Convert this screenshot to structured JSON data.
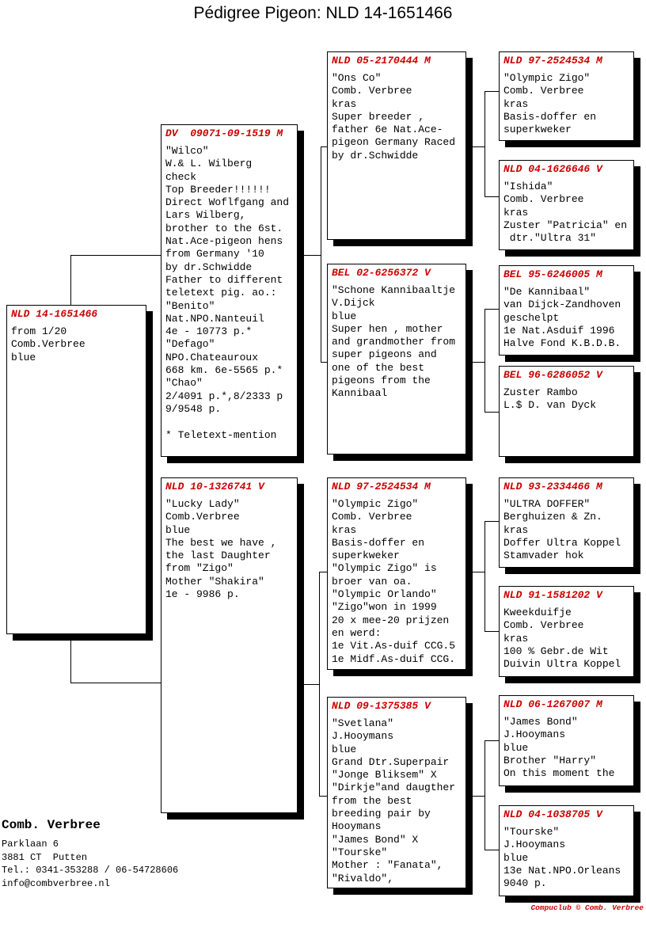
{
  "title": "Pédigree Pigeon: NLD 14-1651466",
  "colors": {
    "header_red": "#cc0000",
    "text": "#000000",
    "line": "#000000"
  },
  "boxes": {
    "subject": {
      "header": "NLD 14-1651466",
      "body": "from 1/20\nComb.Verbree\nblue"
    },
    "father": {
      "header": "DV  09071-09-1519 M",
      "body": "\"Wilco\"\nW.& L. Wilberg\ncheck\nTop Breeder!!!!!!\nDirect Woflfgang and\nLars Wilberg,\nbrother to the 6st.\nNat.Ace-pigeon hens\nfrom Germany '10\nby dr.Schwidde\nFather to different\nteletext pig. ao.:\n\"Benito\"\nNat.NPO.Nanteuil\n4e - 10773 p.*\n\"Defago\"\nNPO.Chateauroux\n668 km. 6e-5565 p.*\n\"Chao\"\n2/4091 p.*,8/2333 p\n9/9548 p.\n\n* Teletext-mention"
    },
    "mother": {
      "header": "NLD 10-1326741 V",
      "body": "\"Lucky Lady\"\nComb.Verbree\nblue\nThe best we have ,\nthe last Daughter\nfrom \"Zigo\"\nMother \"Shakira\"\n1e - 9986 p."
    },
    "ff": {
      "header": "NLD 05-2170444 M",
      "body": "\"Ons Co\"\nComb. Verbree\nkras\nSuper breeder ,\nfather 6e Nat.Ace-\npigeon Germany Raced\nby dr.Schwidde"
    },
    "fm": {
      "header": "BEL 02-6256372 V",
      "body": "\"Schone Kannibaaltje\nV.Dijck\nblue\nSuper hen , mother\nand grandmother from\nsuper pigeons and\none of the best\npigeons from the\nKannibaal"
    },
    "mf": {
      "header": "NLD 97-2524534 M",
      "body": "\"Olympic Zigo\"\nComb. Verbree\nkras\nBasis-doffer en\nsuperkweker\n\"Olympic Zigo\" is\nbroer van oa.\n\"Olympic Orlando\"\n\"Zigo\"won in 1999\n20 x mee-20 prijzen\nen werd:\n1e Vit.As-duif CCG.5\n1e Midf.As-duif CCG."
    },
    "mm": {
      "header": "NLD 09-1375385 V",
      "body": "\"Svetlana\"\nJ.Hooymans\nblue\nGrand Dtr.Superpair\n\"Jonge Bliksem\" X\n\"Dirkje\"and daugther\nfrom the best\nbreeding pair by\nHooymans\n\"James Bond\" X\n\"Tourske\"\nMother : \"Fanata\",\n\"Rivaldo\","
    },
    "fff": {
      "header": "NLD 97-2524534 M",
      "body": "\"Olympic Zigo\"\nComb. Verbree\nkras\nBasis-doffer en\nsuperkweker"
    },
    "ffm": {
      "header": "NLD 04-1626646 V",
      "body": "\"Ishida\"\nComb. Verbree\nkras\nZuster \"Patricia\" en\n dtr.\"Ultra 31\""
    },
    "fmf": {
      "header": "BEL 95-6246005 M",
      "body": "\"De Kannibaal\"\nvan Dijck-Zandhoven\ngeschelpt\n1e Nat.Asduif 1996\nHalve Fond K.B.D.B."
    },
    "fmm": {
      "header": "BEL 96-6286052 V",
      "body": "Zuster Rambo\nL.$ D. van Dyck"
    },
    "mff": {
      "header": "NLD 93-2334466 M",
      "body": "\"ULTRA DOFFER\"\nBerghuizen & Zn.\nkras\nDoffer Ultra Koppel\nStamvader hok"
    },
    "mfm": {
      "header": "NLD 91-1581202 V",
      "body": "Kweekduifje\nComb. Verbree\nkras\n100 % Gebr.de Wit\nDuivin Ultra Koppel"
    },
    "mmf": {
      "header": "NLD 06-1267007 M",
      "body": "\"James Bond\"\nJ.Hooymans\nblue\nBrother \"Harry\"\nOn this moment the"
    },
    "mmm": {
      "header": "NLD 04-1038705 V",
      "body": "\"Tourske\"\nJ.Hooymans\nblue\n13e Nat.NPO.Orleans\n9040 p."
    }
  },
  "footer": {
    "owner": "Comb. Verbree",
    "address": "Parklaan 6\n3881 CT  Putten\nTel.: 0341-353288 / 06-54728606\ninfo@combverbree.nl",
    "credit": "Compuclub © Comb. Verbree"
  }
}
